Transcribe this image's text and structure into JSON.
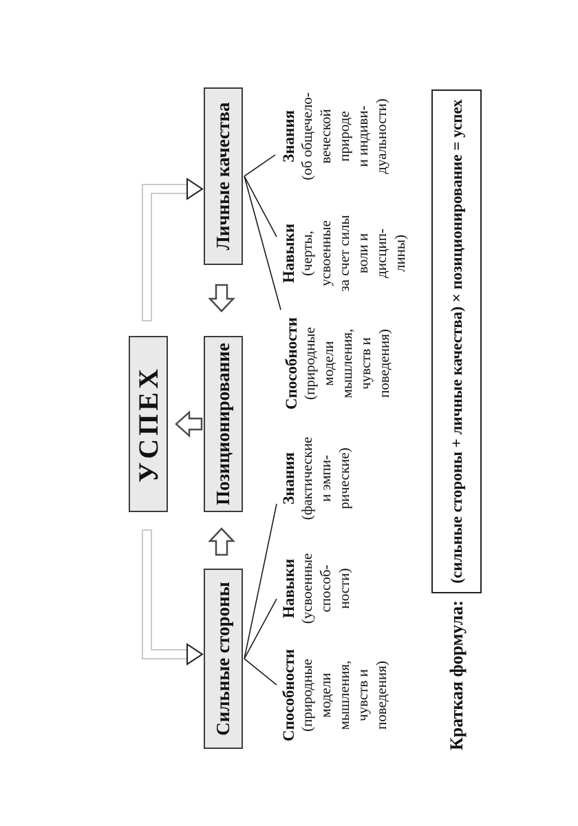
{
  "nodes": {
    "success": {
      "label": "УСПЕХ"
    },
    "positioning": {
      "label": "Позиционирование"
    },
    "strengths": {
      "label": "Сильные стороны"
    },
    "personal": {
      "label": "Личные качества"
    }
  },
  "strengths_children": [
    {
      "title": "Способности",
      "lines": [
        "(природные",
        "модели",
        "мышления,",
        "чувств и",
        "поведения)"
      ]
    },
    {
      "title": "Навыки",
      "lines": [
        "(усвоенные",
        "способ-",
        "ности)"
      ]
    },
    {
      "title": "Знания",
      "lines": [
        "(фактические",
        "и эмпи-",
        "рические)"
      ]
    }
  ],
  "personal_children": [
    {
      "title": "Способности",
      "lines": [
        "(природные",
        "модели",
        "мышления,",
        "чувств и",
        "поведения)"
      ]
    },
    {
      "title": "Навыки",
      "lines": [
        "(черты,",
        "усвоенные",
        "за счет силы",
        "воли и",
        "дисцип-",
        "лины)"
      ]
    },
    {
      "title": "Знания",
      "lines": [
        "(об общечело-",
        "веческой",
        "природе",
        "и индиви-",
        "дуальности)"
      ]
    }
  ],
  "formula": {
    "label": "Краткая формула:",
    "text": "(сильные стороны + личные качества) × позиционирование = успех"
  },
  "colors": {
    "box_fill": "#e9e9e9",
    "box_border": "#3c3c3c",
    "light_arrow": "#c9c9c9",
    "block_arrow_stroke": "#4a4a4a",
    "connector_line": "#1a1a1a",
    "background": "#ffffff"
  }
}
